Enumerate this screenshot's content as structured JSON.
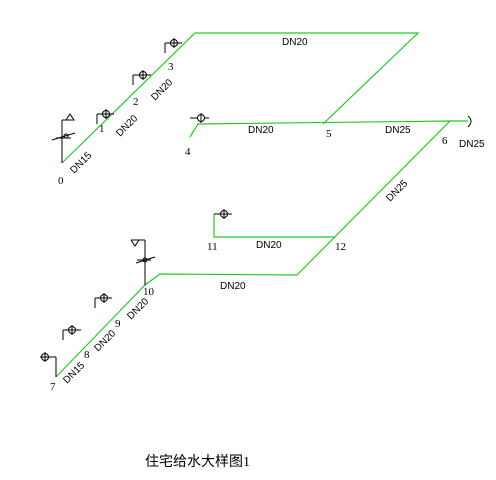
{
  "diagram": {
    "caption": "住宅给水大样图1",
    "pipe_color": "#22cc22",
    "nodes": {
      "n0": "0",
      "n1": "1",
      "n2": "2",
      "n3": "3",
      "n4": "4",
      "n5": "5",
      "n6": "6",
      "n7": "7",
      "n8": "8",
      "n9": "9",
      "n10": "10",
      "n11": "11",
      "n12": "12"
    },
    "labels": {
      "top_run": "DN20",
      "riser_upper_low": "DN15",
      "riser_upper_mid": "DN20",
      "riser_upper_high": "DN20",
      "mid_run_left": "DN20",
      "mid_run_right": "DN25",
      "outlet": "DN25",
      "diagonal_main": "DN25",
      "branch_11": "DN20",
      "lower_run": "DN20",
      "riser_lower_low": "DN15",
      "riser_lower_mid": "DN20",
      "riser_lower_high": "DN20"
    }
  }
}
